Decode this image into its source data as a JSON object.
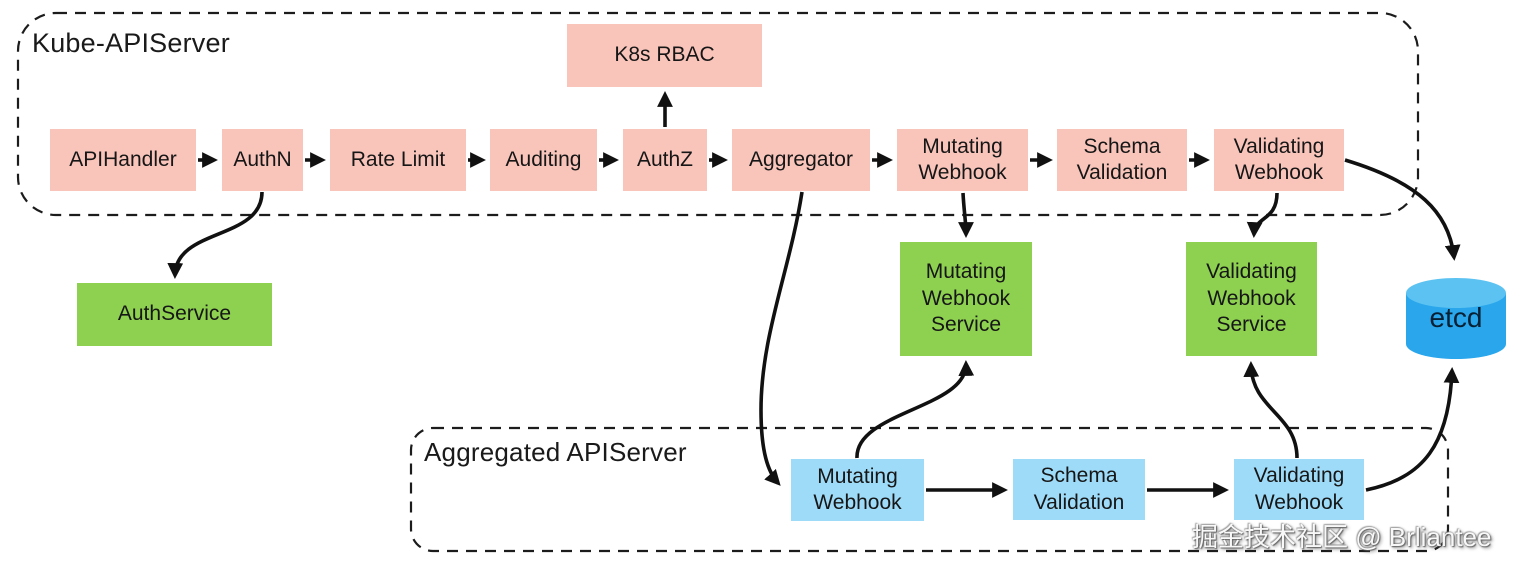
{
  "groups": {
    "kube": {
      "title": "Kube-APIServer"
    },
    "aggregated": {
      "title": "Aggregated APIServer"
    }
  },
  "nodes": {
    "apihandler": {
      "label": "APIHandler"
    },
    "authn": {
      "label": "AuthN"
    },
    "rate_limit": {
      "label": "Rate Limit"
    },
    "auditing": {
      "label": "Auditing"
    },
    "authz": {
      "label": "AuthZ"
    },
    "aggregator": {
      "label": "Aggregator"
    },
    "k8s_rbac": {
      "label": "K8s RBAC"
    },
    "mutating_webhook_kube": {
      "label": "Mutating\nWebhook"
    },
    "schema_validation_kube": {
      "label": "Schema\nValidation"
    },
    "validating_webhook_kube": {
      "label": "Validating\nWebhook"
    },
    "auth_service": {
      "label": "AuthService"
    },
    "mutating_webhook_service": {
      "label": "Mutating\nWebhook\nService"
    },
    "validating_webhook_service": {
      "label": "Validating\nWebhook\nService"
    },
    "mutating_webhook_agg": {
      "label": "Mutating\nWebhook"
    },
    "schema_validation_agg": {
      "label": "Schema\nValidation"
    },
    "validating_webhook_agg": {
      "label": "Validating\nWebhook"
    },
    "etcd": {
      "label": "etcd"
    }
  },
  "edges": [
    {
      "from": "APIHandler",
      "to": "AuthN"
    },
    {
      "from": "AuthN",
      "to": "Rate Limit"
    },
    {
      "from": "Rate Limit",
      "to": "Auditing"
    },
    {
      "from": "Auditing",
      "to": "AuthZ"
    },
    {
      "from": "AuthZ",
      "to": "Aggregator"
    },
    {
      "from": "AuthZ",
      "to": "K8s RBAC"
    },
    {
      "from": "AuthN",
      "to": "AuthService"
    },
    {
      "from": "Aggregator",
      "to": "Mutating Webhook (Kube-APIServer)"
    },
    {
      "from": "Mutating Webhook (Kube-APIServer)",
      "to": "Schema Validation (Kube-APIServer)"
    },
    {
      "from": "Schema Validation (Kube-APIServer)",
      "to": "Validating Webhook (Kube-APIServer)"
    },
    {
      "from": "Mutating Webhook (Kube-APIServer)",
      "to": "Mutating Webhook Service"
    },
    {
      "from": "Validating Webhook (Kube-APIServer)",
      "to": "Validating Webhook Service"
    },
    {
      "from": "Validating Webhook (Kube-APIServer)",
      "to": "etcd"
    },
    {
      "from": "Aggregator",
      "to": "Mutating Webhook (Aggregated APIServer)"
    },
    {
      "from": "Mutating Webhook (Aggregated APIServer)",
      "to": "Mutating Webhook Service"
    },
    {
      "from": "Mutating Webhook (Aggregated APIServer)",
      "to": "Schema Validation (Aggregated APIServer)"
    },
    {
      "from": "Schema Validation (Aggregated APIServer)",
      "to": "Validating Webhook (Aggregated APIServer)"
    },
    {
      "from": "Validating Webhook (Aggregated APIServer)",
      "to": "Validating Webhook Service"
    },
    {
      "from": "Validating Webhook (Aggregated APIServer)",
      "to": "etcd"
    }
  ],
  "watermark": {
    "text": "掘金技术社区 @ Brliantee"
  },
  "colors": {
    "pink_node": "#F9C5BB",
    "green_node": "#8ED050",
    "blue_node": "#9EDBF8",
    "etcd_body": "#29A6EC",
    "etcd_top": "#5BC2F1",
    "arrow": "#111111",
    "border_dash": "#1C1C1C",
    "text": "#1A1A1A",
    "watermark_text": "#FFFFFF"
  }
}
